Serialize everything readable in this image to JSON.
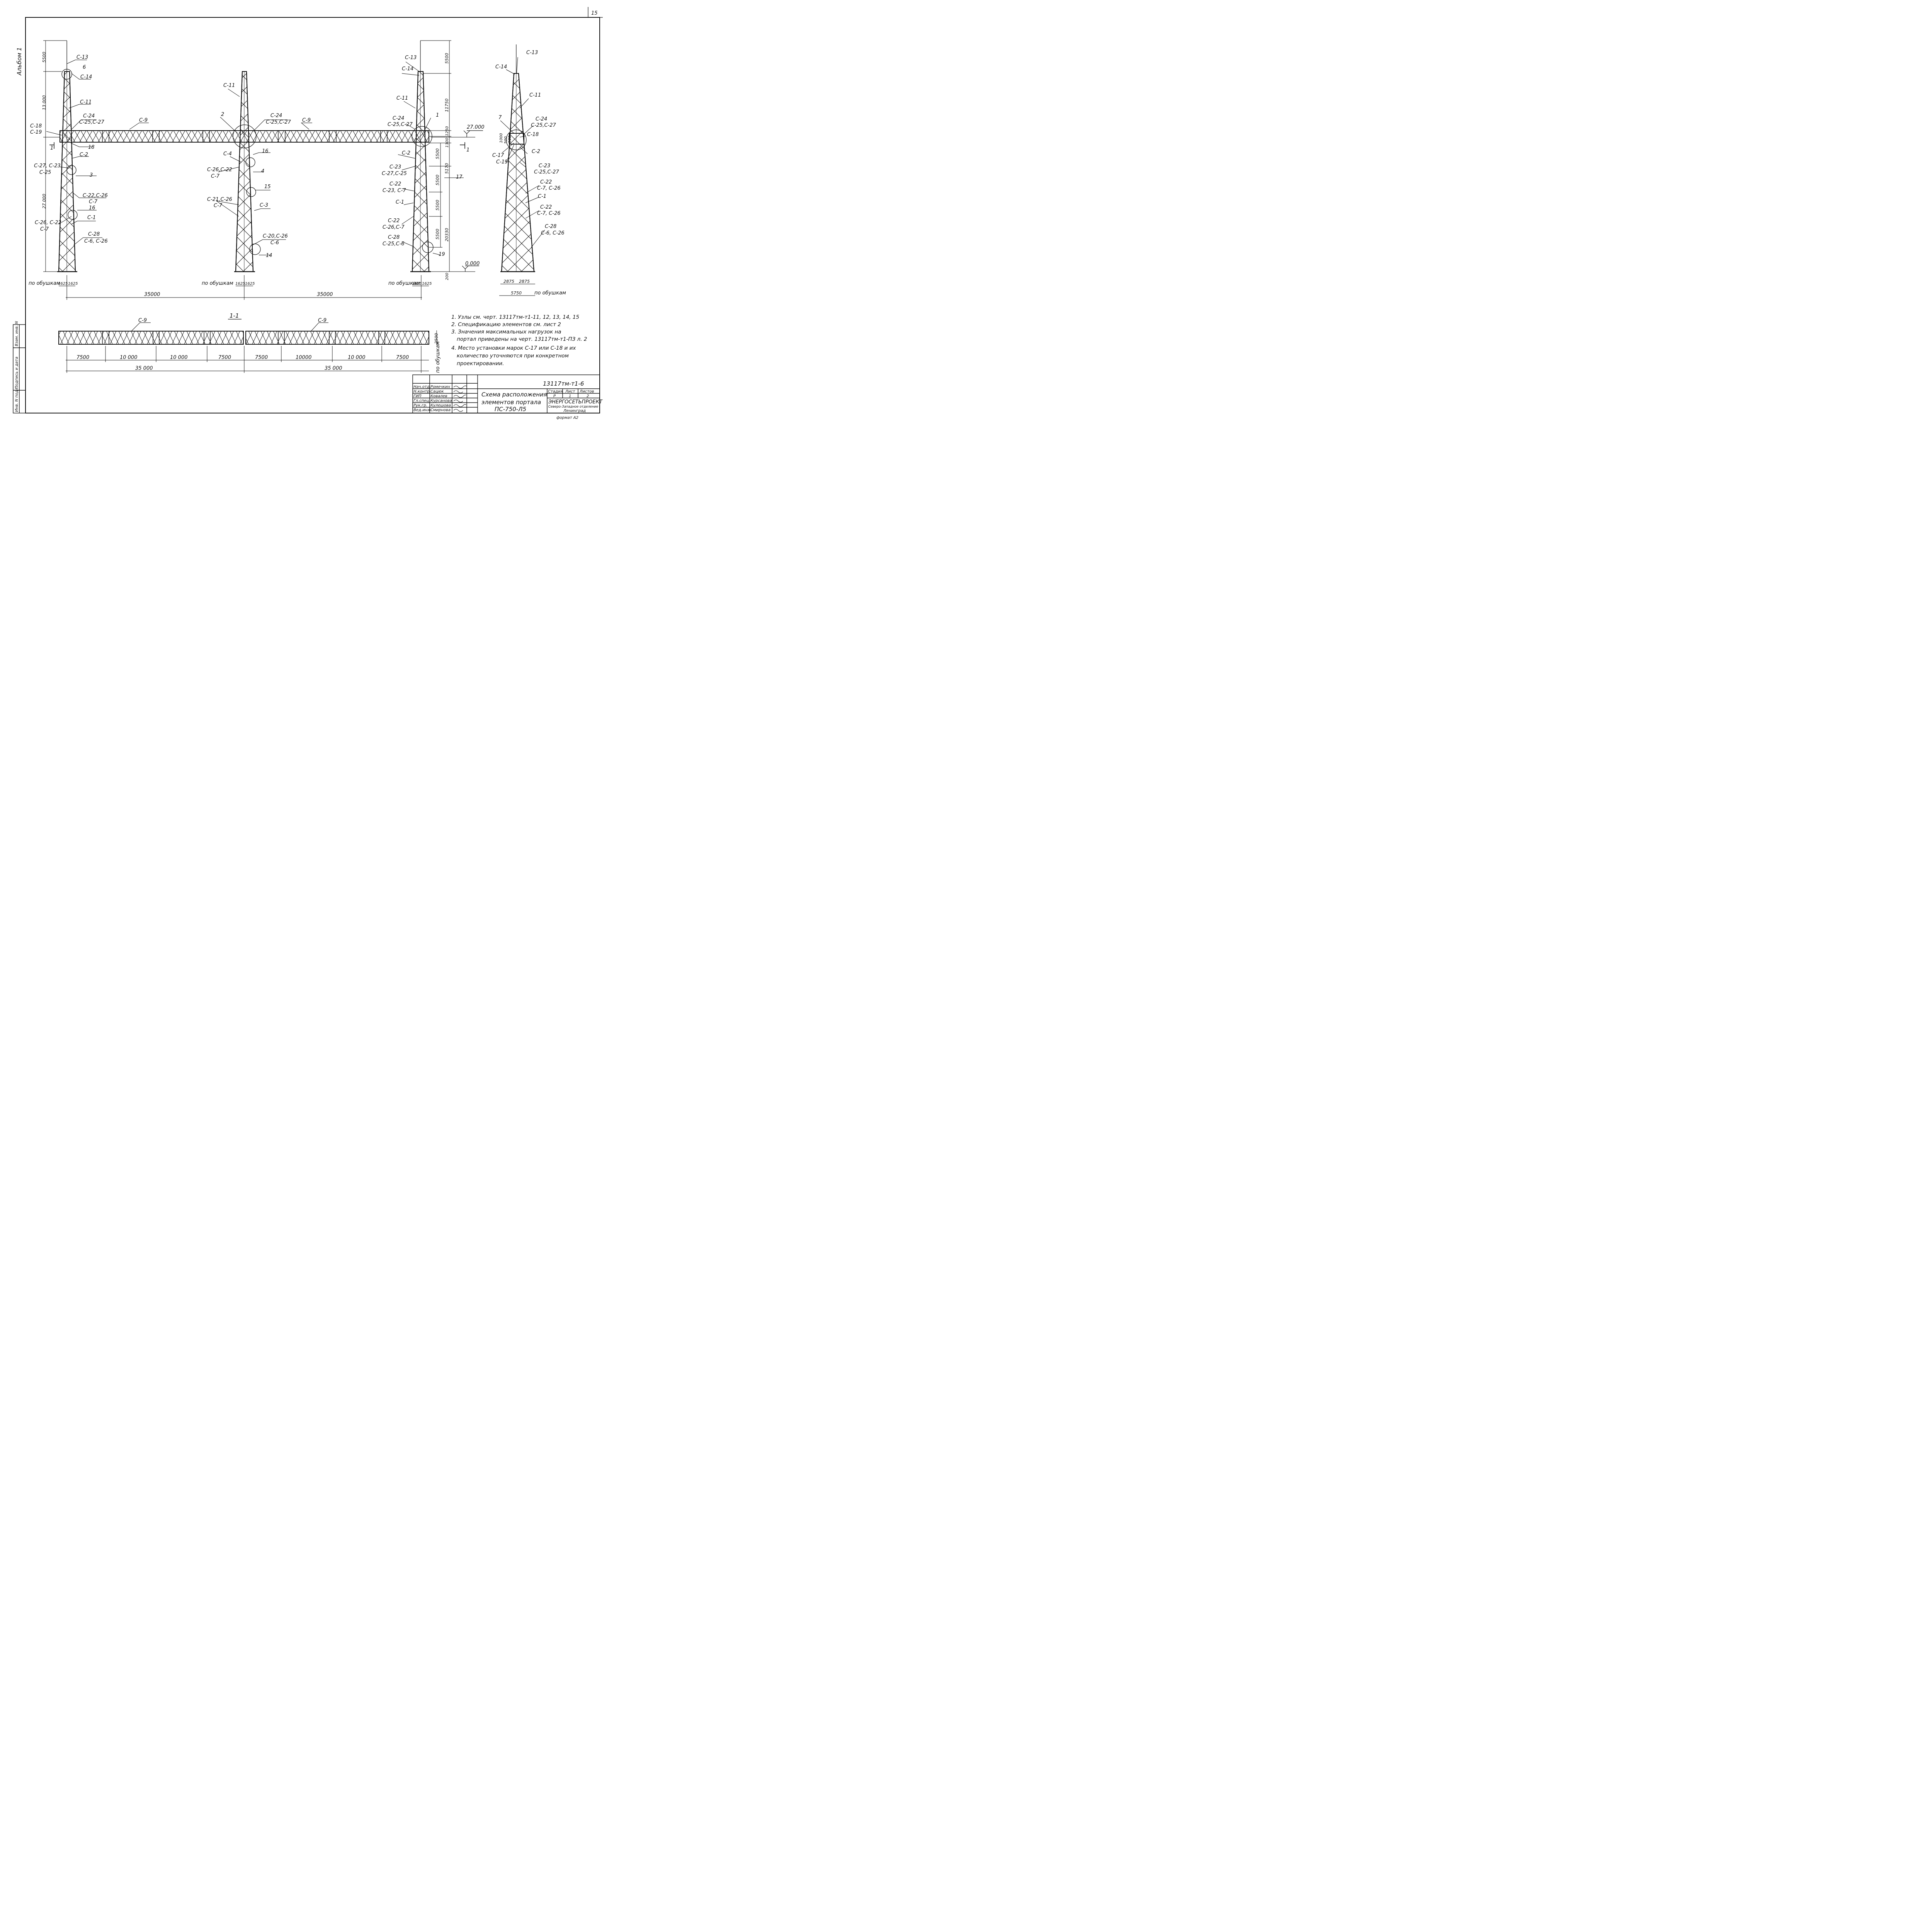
{
  "sheet_number": "15",
  "album": "Альбом 1",
  "side_labels": [
    "Инв. N подл.",
    "Подпись и дата",
    "Взам. инв. N"
  ],
  "pylon_labels": {
    "left": [
      "С-13",
      "6",
      "С-14",
      "С-11",
      "С-24",
      "С-25,С-27",
      "С-18",
      "С-19",
      "18",
      "С-2",
      "С-27, С-23",
      "С-25",
      "3",
      "С-22,С-26",
      "С-7",
      "16",
      "С-26, С-22",
      "С-7",
      "С-1",
      "С-28",
      "С-6, С-26"
    ],
    "middle": [
      "С-11",
      "2",
      "С-24",
      "С-25,С-27",
      "С-4",
      "16",
      "С-26,С-22",
      "С-7",
      "4",
      "15",
      "С-21,С-26",
      "С-7",
      "С-3",
      "С-20,С-26",
      "С-6",
      "14"
    ],
    "right": [
      "С-13",
      "С-14",
      "С-11",
      "С-24",
      "С-25,С-27",
      "1",
      "С-2",
      "С-23",
      "С-27,С-25",
      "С-22",
      "С-23, С-7",
      "С-1",
      "С-22",
      "С-26,С-7",
      "С-28",
      "С-25,С-6",
      "19",
      "17"
    ],
    "side": [
      "С-13",
      "С-14",
      "С-11",
      "С-24",
      "С-25,С-27",
      "7",
      "С-18",
      "С-17",
      "С-19",
      "С-2",
      "С-23",
      "С-25,С-27",
      "С-22",
      "С-7, С-26",
      "С-1",
      "С-22",
      "С-7, С-26",
      "С-28",
      "С-6, С-26"
    ]
  },
  "beam_label": "С-9",
  "section_mark": "1",
  "section_title": "1-1",
  "dimensions": {
    "left_vertical": [
      "5500",
      "13 000",
      "27 000"
    ],
    "right_vertical": [
      "5500",
      "11750",
      "1250",
      "1300",
      "5500",
      "5170",
      "5500",
      "5500",
      "5500",
      "20330",
      "200"
    ],
    "side_vertical": [
      "1000",
      "500",
      "500"
    ],
    "elevations": [
      "27.000",
      "0.000"
    ],
    "bases": [
      "1625",
      "1625"
    ],
    "by_angles": "по обушкам",
    "spans": [
      "35000",
      "35000"
    ],
    "side_bases": [
      "2875",
      "2875",
      "5750"
    ],
    "section_panels": [
      "7500",
      "10 000",
      "10 000",
      "7500",
      "7500",
      "10000",
      "10 000",
      "7500"
    ],
    "section_spans": [
      "35 000",
      "35 000"
    ],
    "section_height": "2500",
    "by_angles_vertical": "по обушкам"
  },
  "notes": [
    "1. Узлы  см.  черт.  13117тм-т1-11, 12, 13, 14, 15",
    "2. Спецификацию элементов см. лист 2",
    "3. Значения  максимальных  нагрузок  на",
    "   портал приведены на черт. 13117тм-т1-ПЗ л. 2",
    "4. Место установки марок С-17 или С-18 и их",
    "   количество уточняются при конкретном",
    "   проектировании."
  ],
  "title_block": {
    "code": "13117тм-т1-6",
    "title_lines": [
      "Схема расположения",
      "элементов портала",
      "ПС-750-Л5"
    ],
    "roles": [
      "Нач.отд.",
      "Н.контр.",
      "ГИП",
      "Гл.спец.",
      "Рук.гр.",
      "Вед.инж."
    ],
    "names": [
      "Ромечкин",
      "Сацюк",
      "Ковалев",
      "Курсанова",
      "Кулешова",
      "Смирнова"
    ],
    "stage_header": "Стадия",
    "sheet_header": "Лист",
    "sheets_header": "Листов",
    "stage": "Р",
    "sheet": "1",
    "sheets": "2",
    "org": "ЭНЕРГОСЕТЬПРОЕКТ",
    "org_sub": "Северо-Западное отделение",
    "city": "Ленинград",
    "format": "формат А2"
  }
}
